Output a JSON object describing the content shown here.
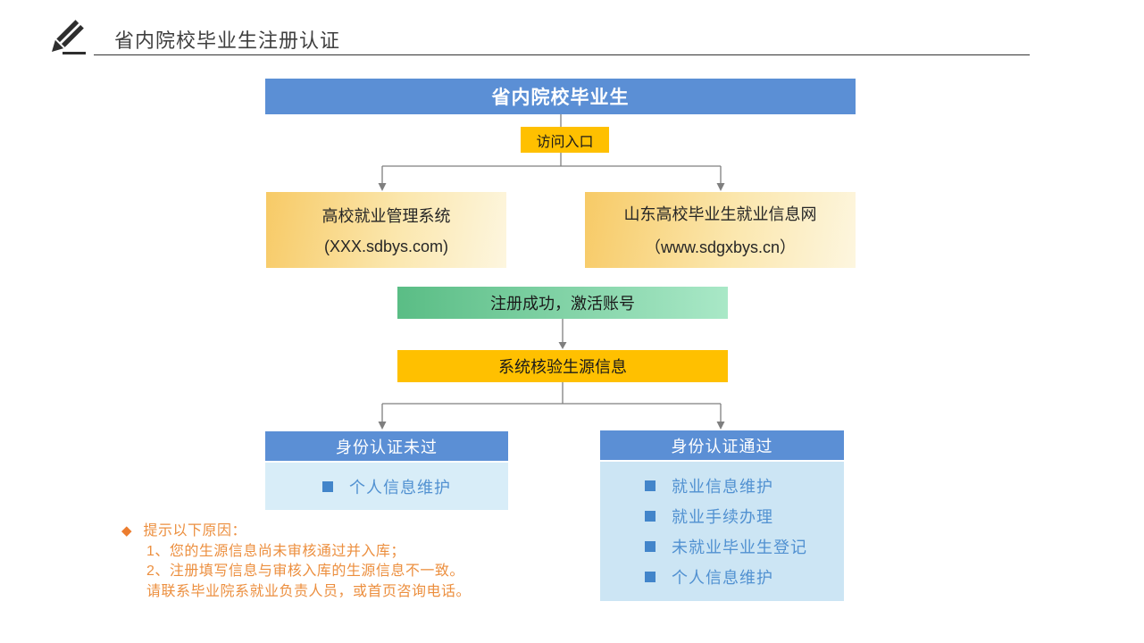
{
  "header": {
    "title": "省内院校毕业生注册认证",
    "icon": "pencil-icon"
  },
  "flowchart": {
    "root": {
      "label": "省内院校毕业生"
    },
    "entry": {
      "label": "访问入口"
    },
    "portals": [
      {
        "name": "高校就业管理系统",
        "url": "(XXX.sdbys.com)"
      },
      {
        "name": "山东高校毕业生就业信息网",
        "url": "（www.sdgxbys.cn）"
      }
    ],
    "register": {
      "label": "注册成功，激活账号"
    },
    "verify": {
      "label": "系统核验生源信息"
    },
    "fail_branch": {
      "title": "身份认证未过",
      "items": [
        "个人信息维护"
      ]
    },
    "pass_branch": {
      "title": "身份认证通过",
      "items": [
        "就业信息维护",
        "就业手续办理",
        "未就业毕业生登记",
        "个人信息维护"
      ]
    }
  },
  "note": {
    "bullet": "◆",
    "lines": [
      "提示以下原因：",
      "1、您的生源信息尚未审核通过并入库；",
      "2、注册填写信息与审核入库的生源信息不一致。",
      "请联系毕业院系就业负责人员，或首页咨询电话。"
    ]
  },
  "colors": {
    "header_blue": "#5b8fd5",
    "gold": "#ffc000",
    "portal_gradient_start": "#f7ca66",
    "portal_gradient_end": "#fdf6df",
    "green_gradient_start": "#5abd85",
    "green_gradient_end": "#a9e8c7",
    "light_blue_left": "#d8edf8",
    "light_blue_right": "#cce5f4",
    "item_text_blue": "#5191d1",
    "bullet_blue": "#4285ca",
    "note_orange": "#ec8f3f",
    "diamond_orange": "#ec7d2f",
    "connector_gray": "#7f7f7f",
    "title_gray": "#3f3f3f"
  }
}
